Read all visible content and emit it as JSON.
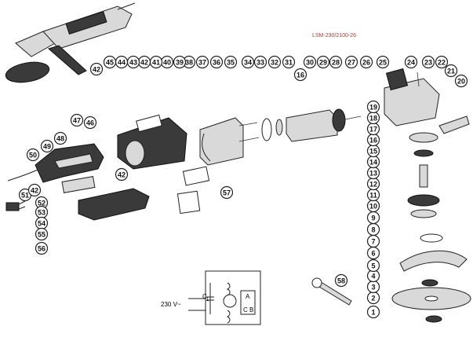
{
  "model_label": "LSM-230/2100-26",
  "voltage_label": "230 V~",
  "schematic": {
    "cap_label": "C",
    "cap_sub": "1",
    "box_a": "A",
    "box_b": "B",
    "box_c": "C"
  },
  "part_numbers": [
    "1",
    "2",
    "3",
    "4",
    "5",
    "6",
    "7",
    "8",
    "9",
    "10",
    "11",
    "12",
    "13",
    "14",
    "15",
    "16",
    "17",
    "18",
    "19",
    "20",
    "21",
    "22",
    "23",
    "24",
    "25",
    "26",
    "27",
    "28",
    "29",
    "30",
    "31",
    "32",
    "33",
    "34",
    "35",
    "36",
    "37",
    "38",
    "39",
    "40",
    "41",
    "42",
    "43",
    "44",
    "45",
    "46",
    "47",
    "48",
    "49",
    "50",
    "51",
    "52",
    "53",
    "54",
    "55",
    "56",
    "57",
    "58"
  ]
}
